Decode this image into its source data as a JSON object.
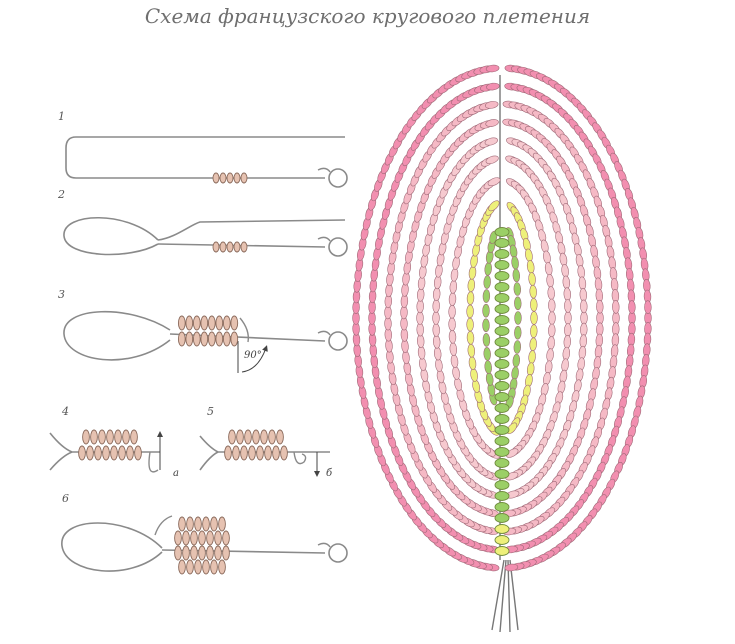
{
  "title": "Схема французского кругового плетения",
  "steps": [
    {
      "number": "1"
    },
    {
      "number": "2"
    },
    {
      "number": "3",
      "angle": "90°"
    },
    {
      "number": "4",
      "sub_label": "a"
    },
    {
      "number": "5",
      "sub_label": "б"
    },
    {
      "number": "6"
    }
  ],
  "colors": {
    "wire": "#8a8a8a",
    "bead_beige": "#e6c2b1",
    "bead_outline": "#8a6a5c",
    "pink_outer": "#f28fb0",
    "pink_light": "#f5b9c5",
    "pink_pale": "#f6c9cf",
    "yellow": "#eef07a",
    "green": "#9bcf66"
  }
}
